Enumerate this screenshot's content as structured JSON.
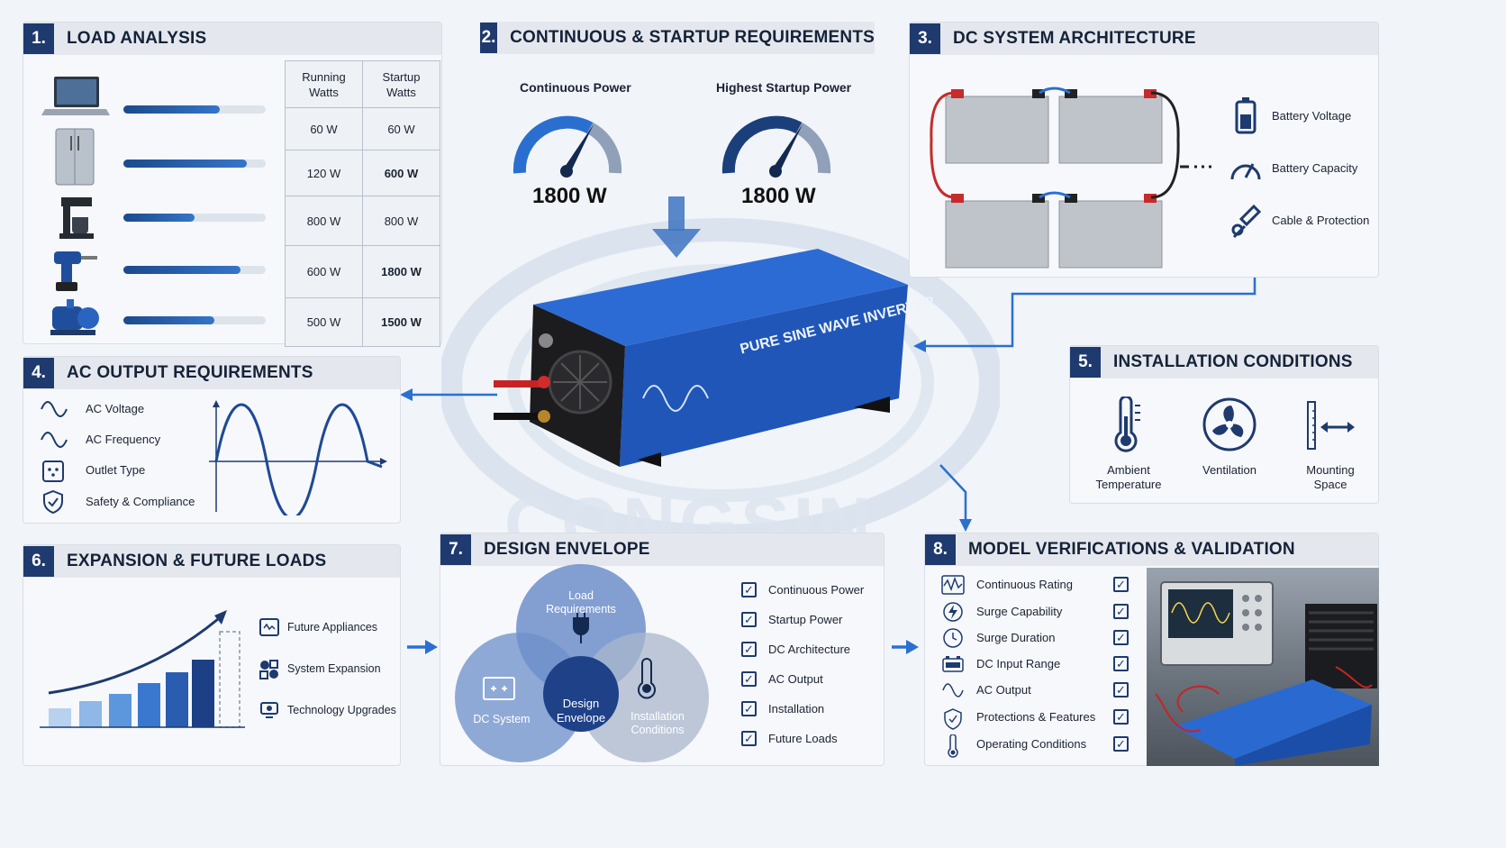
{
  "load_analysis": {
    "num": "1.",
    "title": "LOAD ANALYSIS",
    "col_running": "Running\nWatts",
    "col_startup": "Startup\nWatts",
    "rows": [
      {
        "icon": "laptop-icon",
        "running": "60 W",
        "startup": "60 W",
        "level": 0.68
      },
      {
        "icon": "refrigerator-icon",
        "running": "120 W",
        "startup": "600 W",
        "level": 0.87
      },
      {
        "icon": "coffee-maker-icon",
        "running": "800 W",
        "startup": "800 W",
        "level": 0.5
      },
      {
        "icon": "drill-icon",
        "running": "600 W",
        "startup": "1800 W",
        "level": 0.82
      },
      {
        "icon": "pump-icon",
        "running": "500 W",
        "startup": "1500 W",
        "level": 0.64
      }
    ]
  },
  "requirements": {
    "num": "2.",
    "title": "CONTINUOUS & STARTUP REQUIREMENTS",
    "continuous_label": "Continuous Power",
    "continuous_value": "1800 W",
    "startup_label": "Highest Startup Power",
    "startup_value": "1800 W"
  },
  "dc_arch": {
    "num": "3.",
    "title": "DC SYSTEM ARCHITECTURE",
    "items": [
      "Battery Voltage",
      "Battery Capacity",
      "Cable & Protection"
    ]
  },
  "ac_output": {
    "num": "4.",
    "title": "AC OUTPUT REQUIREMENTS",
    "items": [
      "AC Voltage",
      "AC Frequency",
      "Outlet Type",
      "Safety & Compliance"
    ]
  },
  "installation": {
    "num": "5.",
    "title": "INSTALLATION CONDITIONS",
    "items": [
      "Ambient\nTemperature",
      "Ventilation",
      "Mounting\nSpace"
    ]
  },
  "expansion": {
    "num": "6.",
    "title": "EXPANSION & FUTURE LOADS",
    "items": [
      "Future Appliances",
      "System Expansion",
      "Technology Upgrades"
    ]
  },
  "envelope": {
    "num": "7.",
    "title": "DESIGN ENVELOPE",
    "circle_load": "Load\nRequirements",
    "circle_dc": "DC System",
    "circle_install": "Installation\nConditions",
    "circle_center": "Design\nEnvelope",
    "checklist": [
      "Continuous Power",
      "Startup Power",
      "DC Architecture",
      "AC Output",
      "Installation",
      "Future Loads"
    ]
  },
  "verification": {
    "num": "8.",
    "title": "MODEL VERIFICATIONS & VALIDATION",
    "items": [
      "Continuous Rating",
      "Surge Capability",
      "Surge Duration",
      "DC Input Range",
      "AC Output",
      "Protections & Features",
      "Operating Conditions"
    ]
  },
  "inverter": {
    "label": "PURE SINE WAVE INVERTER"
  },
  "watermark": "CONGSIN",
  "colors": {
    "navy": "#1e3a6e",
    "blue": "#2a5db0",
    "inverter": "#1f56b8"
  }
}
